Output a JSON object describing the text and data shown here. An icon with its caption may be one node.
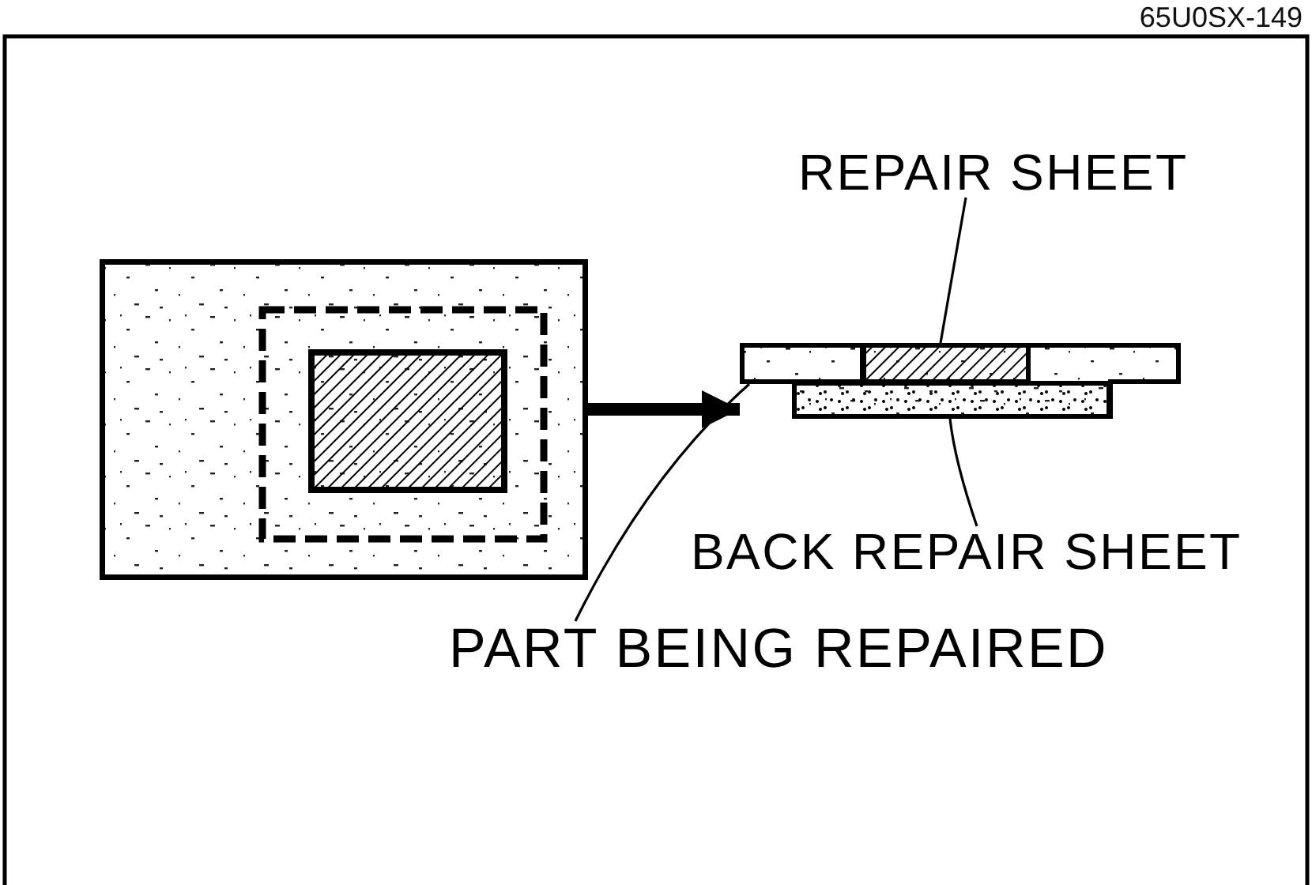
{
  "diagram": {
    "nodes": [
      {
        "text": [],
        "shape": "picture"
      },
      {
        "text": [
          "REPAIR SHEET"
        ]
      },
      {
        "text": [],
        "shape": "picture"
      },
      {
        "text": [],
        "shape": "box",
        "in": 2
      },
      {
        "text": [],
        "shape": "box",
        "in": 2
      },
      {
        "text": [],
        "shape": "box",
        "in": 2
      },
      {
        "text": [
          "BACK REPAIR SHEET"
        ]
      },
      {
        "text": [
          "PART BEING REPAIRED"
        ]
      }
    ],
    "edges": [
      {
        "from": 0,
        "to": 2,
        "arrow": "to",
        "style": "thick"
      },
      {
        "from": 1,
        "to": 3,
        "arrow": "none"
      },
      {
        "from": 6,
        "to": 5,
        "arrow": "none"
      },
      {
        "from": 7,
        "to": 4,
        "arrow": "none"
      }
    ],
    "labels": [
      "65U0SX-149"
    ]
  }
}
